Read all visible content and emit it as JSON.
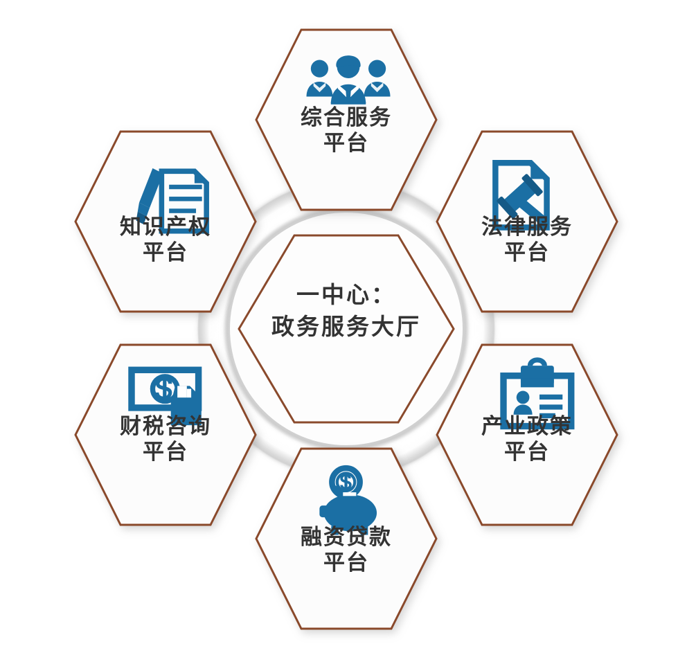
{
  "diagram": {
    "title_center": "一中心：\n政务服务大厅",
    "center": {
      "line1": "一中心：",
      "line2": "政务服务大厅",
      "label": "一中心：\n政务服务大厅"
    },
    "colors": {
      "hex_border": "#8a4a2c",
      "icon_blue": "#1b6fa4",
      "icon_blue_dark": "#155a87",
      "text": "#333333",
      "background": "#ffffff",
      "ring_light": "#ffffff",
      "ring_shadow": "#d8d8d8"
    },
    "platforms": [
      {
        "id": "comprehensive-service",
        "label": "综合服务\n平台",
        "line1": "综合服务",
        "line2": "平台",
        "icon": "three-people-icon",
        "position": "top"
      },
      {
        "id": "legal-service",
        "label": "法律服务\n平台",
        "line1": "法律服务",
        "line2": "平台",
        "icon": "gavel-document-icon",
        "position": "top-right"
      },
      {
        "id": "industrial-policy",
        "label": "产业政策\n平台",
        "line1": "产业政策",
        "line2": "平台",
        "icon": "id-badge-clipboard-icon",
        "position": "bottom-right"
      },
      {
        "id": "financing-loan",
        "label": "融资贷款\n平台",
        "line1": "融资贷款",
        "line2": "平台",
        "icon": "piggy-bank-coin-icon",
        "position": "bottom"
      },
      {
        "id": "tax-consulting",
        "label": "财税咨询\n平台",
        "line1": "财税咨询",
        "line2": "平台",
        "icon": "banknote-hand-icon",
        "position": "bottom-left"
      },
      {
        "id": "intellectual-property",
        "label": "知识产权\n平台",
        "line1": "知识产权",
        "line2": "平台",
        "icon": "pen-document-icon",
        "position": "top-left"
      }
    ]
  }
}
